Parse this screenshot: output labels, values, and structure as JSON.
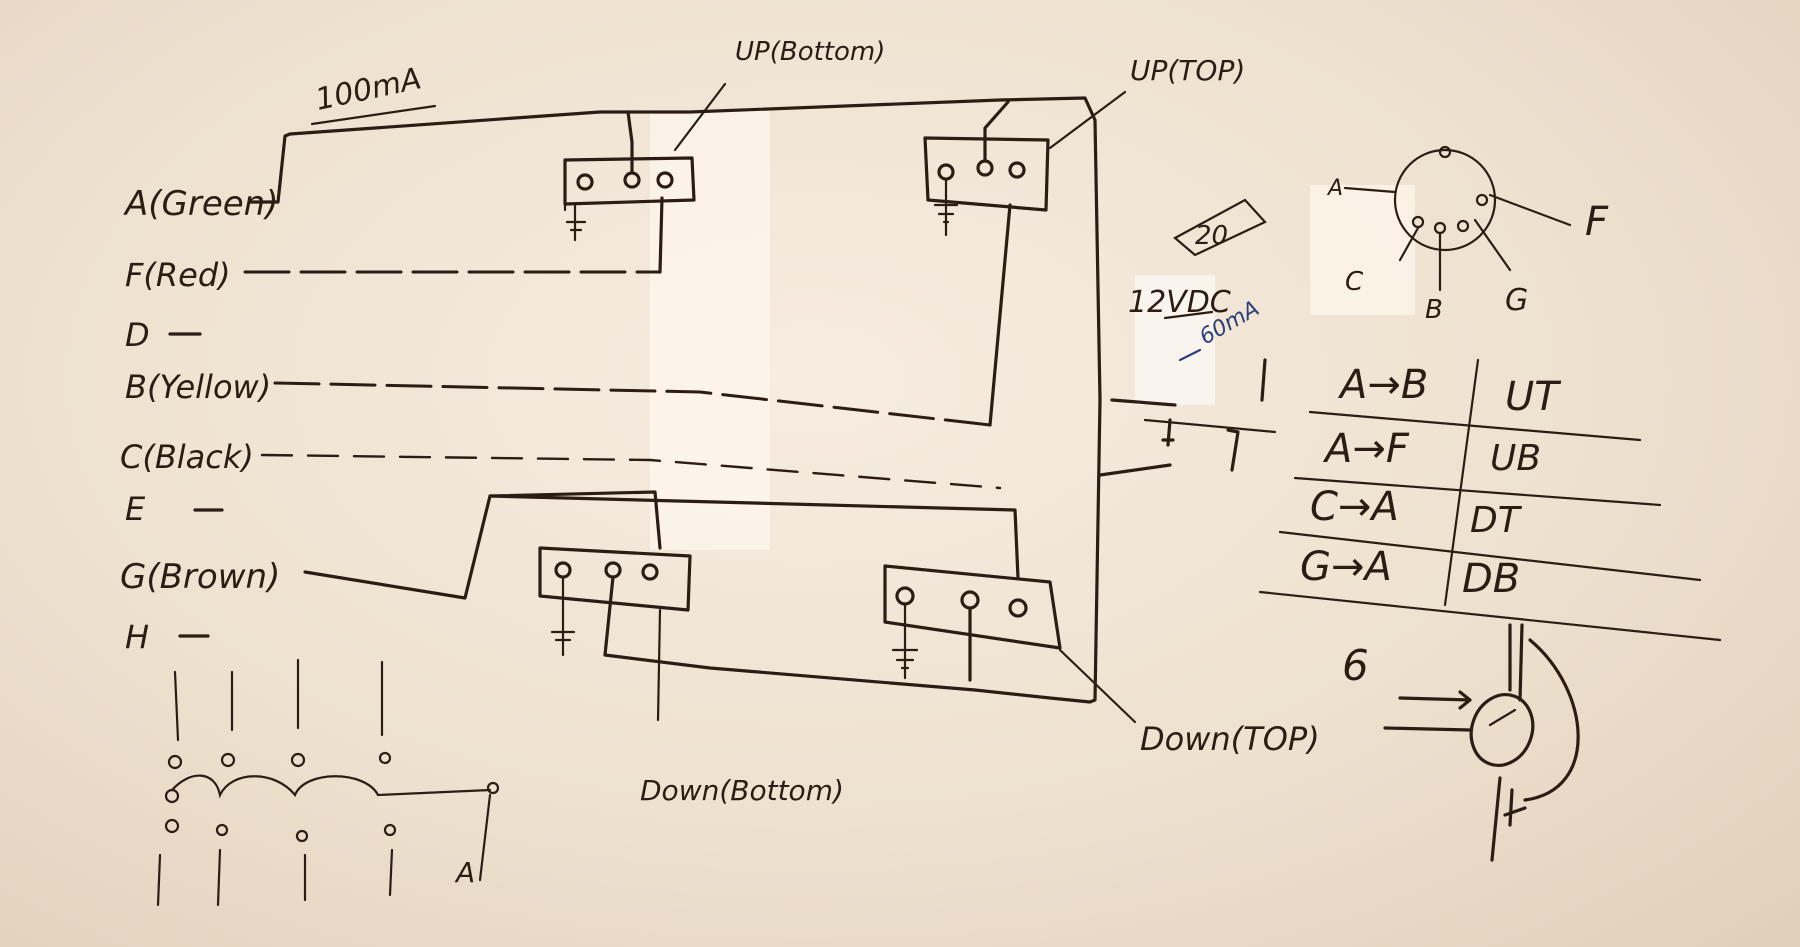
{
  "wire_labels": {
    "a": "A(Green)",
    "f": "F(Red)",
    "d": "D",
    "b": "B(Yellow)",
    "c": "C(Black)",
    "e": "E",
    "g": "G(Brown)",
    "h": "H"
  },
  "annotations": {
    "current": "100mA",
    "up_bottom": "UP(Bottom)",
    "up_top": "UP(TOP)",
    "down_top": "Down(TOP)",
    "down_bottom": "Down(Bottom)",
    "supply_voltage": "12VDC",
    "supply_current": "60mA",
    "connector_f": "F",
    "connector_a": "A",
    "connector_b": "B",
    "connector_c": "C",
    "connector_g": "G",
    "ladder_a": "A",
    "number": "6",
    "tag": "20"
  },
  "truth_table": {
    "rows": [
      {
        "connection": "A→B",
        "code": "UT"
      },
      {
        "connection": "A→F",
        "code": "UB"
      },
      {
        "connection": "C→A",
        "code": "DT"
      },
      {
        "connection": "G→A",
        "code": "DB"
      }
    ]
  }
}
